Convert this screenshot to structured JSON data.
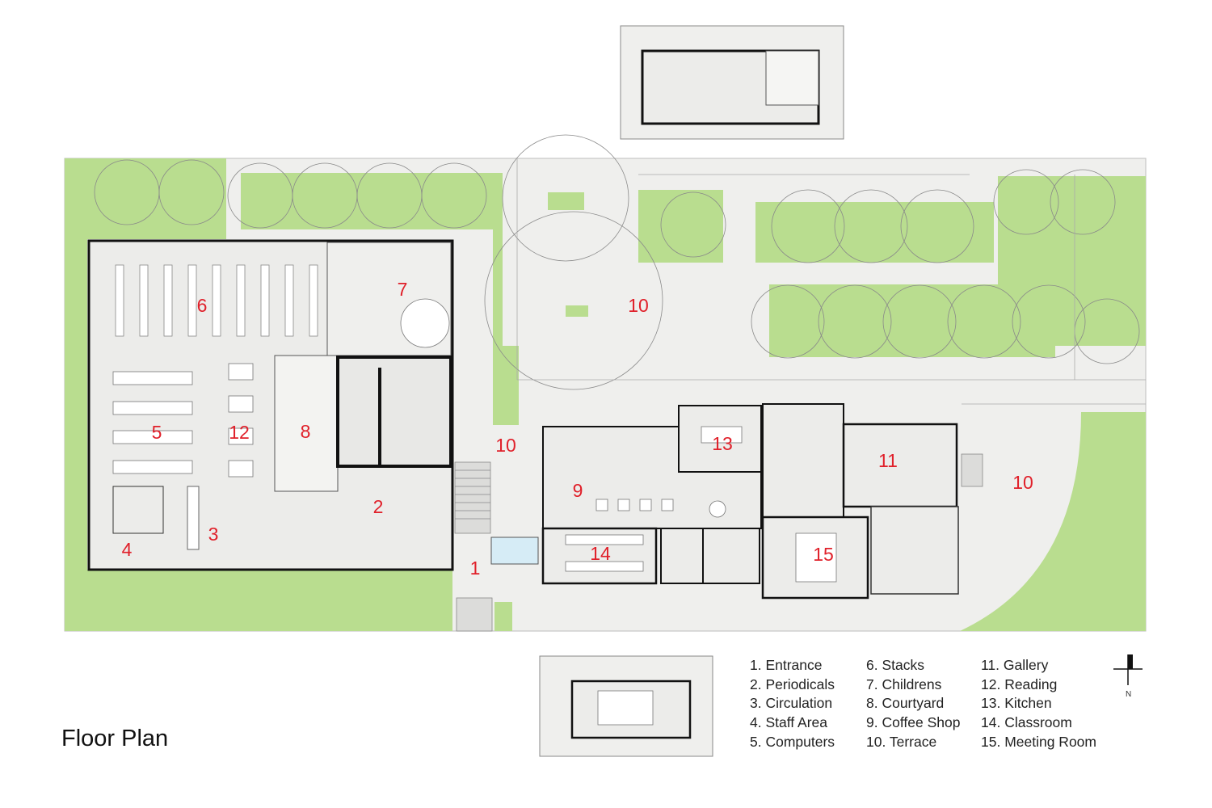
{
  "title": "Floor Plan",
  "north_label": "N",
  "colors": {
    "lawn": "#b9dd8f",
    "paving": "#efefed",
    "wall": "#111111",
    "label": "#e0202a"
  },
  "room_labels": {
    "r1": "1",
    "r2": "2",
    "r3": "3",
    "r4": "4",
    "r5": "5",
    "r6": "6",
    "r7": "7",
    "r8": "8",
    "r9": "9",
    "r10a": "10",
    "r10b": "10",
    "r10c": "10",
    "r11": "11",
    "r12": "12",
    "r13": "13",
    "r14": "14",
    "r15": "15"
  },
  "legend": {
    "col1": [
      "1. Entrance",
      "2. Periodicals",
      "3. Circulation",
      "4. Staff Area",
      "5. Computers"
    ],
    "col2": [
      "6. Stacks",
      "7. Childrens",
      "8. Courtyard",
      "9. Coffee Shop",
      "10. Terrace"
    ],
    "col3": [
      "11. Gallery",
      "12. Reading",
      "13. Kitchen",
      "14. Classroom",
      "15. Meeting Room"
    ]
  }
}
